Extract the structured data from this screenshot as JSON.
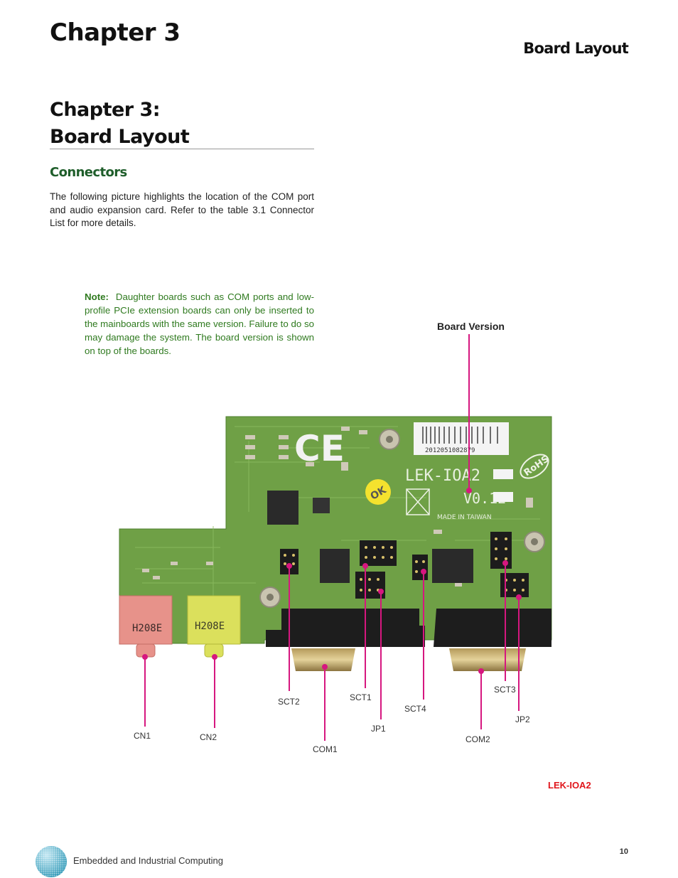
{
  "header": {
    "chapter": "Chapter 3",
    "section": "Board Layout"
  },
  "title": {
    "line1": "Chapter 3:",
    "line2": "Board Layout"
  },
  "connectors": {
    "heading": "Connectors",
    "body": "The following picture highlights the location of the COM port and audio expansion card.  Refer to the table 3.1 Connector List for more details."
  },
  "note": {
    "label": "Note:",
    "text": "Daughter boards such as COM ports  and low-profile PCIe extension boards can only be inserted to the mainboards with the same version. Failure to do so may damage the system. The board version is shown on top of the boards."
  },
  "figure": {
    "board_version_label": "Board Version",
    "labels": {
      "cn1": "CN1",
      "cn2": "CN2",
      "sct2": "SCT2",
      "com1": "COM1",
      "sct1": "SCT1",
      "jp1": "JP1",
      "sct4": "SCT4",
      "com2": "COM2",
      "sct3": "SCT3",
      "jp2": "JP2"
    },
    "silkscreen": {
      "model": "LEK-IOA2",
      "version": "V0.12",
      "made_in": "MADE IN TAIWAN",
      "serial": "2012051082879",
      "rohs": "RoHS",
      "ok": "OK",
      "jack_text": "H208E"
    },
    "model_caption": "LEK-IOA2"
  },
  "footer": {
    "company": "Embedded and Industrial Computing",
    "page": "10"
  },
  "colors": {
    "callout": "#d6177f",
    "pcb": "#6fa046",
    "green_text": "#2f7a1f",
    "model_red": "#e0151b"
  }
}
